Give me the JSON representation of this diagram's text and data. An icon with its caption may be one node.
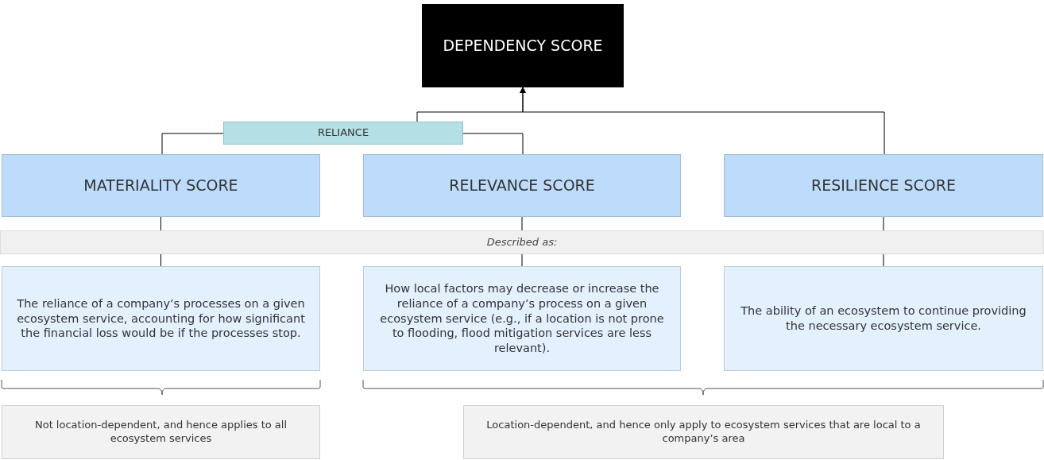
{
  "diagram": {
    "nodes": [
      {
        "text": [
          "DEPENDENCY SCORE"
        ]
      },
      {
        "text": [
          "RELIANCE"
        ]
      },
      {
        "text": [
          "MATERIALITY SCORE"
        ]
      },
      {
        "text": [
          "RELEVANCE SCORE"
        ]
      },
      {
        "text": [
          "RESILIENCE SCORE"
        ]
      },
      {
        "text": [
          "Described as:"
        ]
      },
      {
        "text": [
          "The reliance of a company’s processes on a given ecosystem service, accounting for how significant the financial loss would be if the processes stop."
        ]
      },
      {
        "text": [
          "How local factors may decrease or increase the reliance of a company’s process on a given ecosystem service (e.g., if a location is not prone to flooding, flood mitigation services are less relevant)."
        ]
      },
      {
        "text": [
          "The ability of an ecosystem to continue providing the necessary ecosystem service."
        ]
      },
      {
        "text": [
          "Not location-dependent, and hence applies to all ecosystem services"
        ]
      },
      {
        "text": [
          "Location-dependent, and hence only apply to ecosystem services that are local to a company’s area"
        ]
      }
    ],
    "edges": [
      {
        "from": 1,
        "to": 0,
        "arrow": "to"
      },
      {
        "from": 4,
        "to": 0,
        "arrow": "to"
      },
      {
        "from": 2,
        "to": 1,
        "arrow": "none"
      },
      {
        "from": 3,
        "to": 1,
        "arrow": "none"
      },
      {
        "from": 2,
        "to": 5,
        "arrow": "none"
      },
      {
        "from": 3,
        "to": 5,
        "arrow": "none"
      },
      {
        "from": 4,
        "to": 5,
        "arrow": "none"
      },
      {
        "from": 5,
        "to": 6,
        "arrow": "none"
      },
      {
        "from": 5,
        "to": 7,
        "arrow": "none"
      },
      {
        "from": 5,
        "to": 8,
        "arrow": "none"
      }
    ]
  }
}
